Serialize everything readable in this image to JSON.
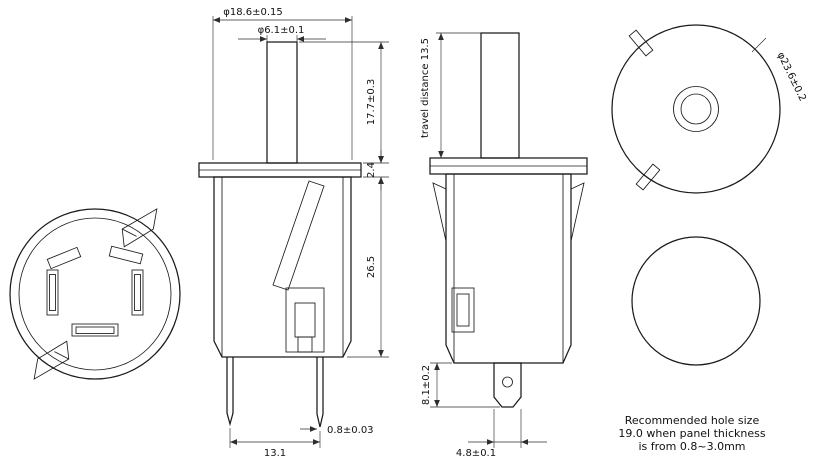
{
  "title": "Push button switch technical drawing",
  "views": {
    "front": {
      "dia_body": "φ18.6±0.15",
      "dia_plunger": "φ6.1±0.1",
      "plunger_height": "17.7±0.3",
      "flange_thickness": "2.4",
      "body_height": "26.5",
      "pin_spacing": "13.1",
      "pin_thickness": "0.8±0.03"
    },
    "side": {
      "travel": "travel distance 13.5",
      "terminal_length": "8.1±0.2",
      "terminal_width": "4.8±0.1"
    },
    "top": {
      "dia_outer": "φ23.6±0.2"
    }
  },
  "note": {
    "line1": "Recommended hole size",
    "line2": "19.0 when panel thickness",
    "line3": "is from 0.8~3.0mm"
  },
  "colors": {
    "line": "#1b1b1b",
    "dim": "#2e2e2e",
    "background": "#ffffff"
  }
}
